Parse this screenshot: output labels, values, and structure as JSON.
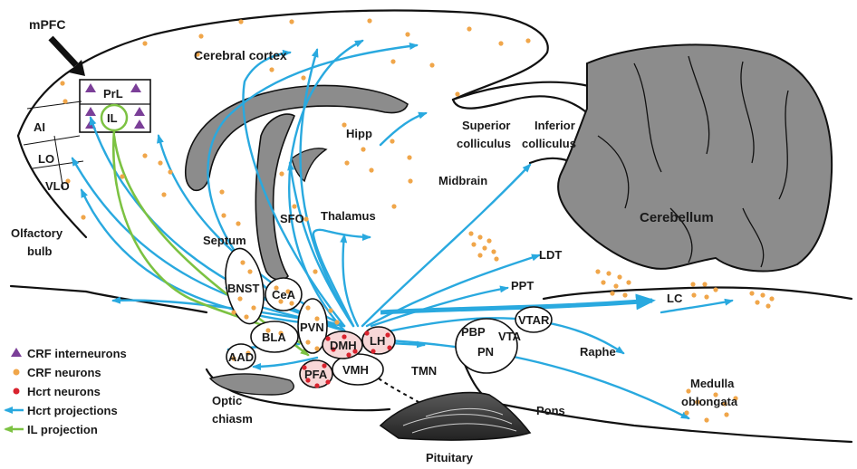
{
  "colors": {
    "hcrt_projection": "#29a9df",
    "il_projection": "#7cc242",
    "crf_neuron": "#f0a64a",
    "hcrt_neuron": "#d9232e",
    "crf_interneuron": "#7b3f98",
    "gray_structure": "#8c8c8c"
  },
  "labels": {
    "mpfc": "mPFC",
    "prl": "PrL",
    "il": "IL",
    "ai": "AI",
    "lo": "LO",
    "vlo": "VLO",
    "olfactory_bulb_1": "Olfactory",
    "olfactory_bulb_2": "bulb",
    "cerebral_cortex": "Cerebral cortex",
    "hipp": "Hipp",
    "superior_colliculus_1": "Superior",
    "superior_colliculus_2": "colliculus",
    "inferior_colliculus_1": "Inferior",
    "inferior_colliculus_2": "colliculus",
    "midbrain": "Midbrain",
    "cerebellum": "Cerebellum",
    "sfo": "SFO",
    "thalamus": "Thalamus",
    "septum": "Septum",
    "bnst": "BNST",
    "cea": "CeA",
    "bla": "BLA",
    "pvn": "PVN",
    "dmh": "DMH",
    "lh": "LH",
    "pfa": "PFA",
    "vmh": "VMH",
    "aad": "AAD",
    "tmn": "TMN",
    "pbp": "PBP",
    "pn": "PN",
    "vta": "VTA",
    "vtar": "VTAR",
    "ldt": "LDT",
    "ppt": "PPT",
    "lc": "LC",
    "raphe": "Raphe",
    "pons": "Pons",
    "medulla_1": "Medulla",
    "medulla_2": "oblongata",
    "optic_chiasm_1": "Optic",
    "optic_chiasm_2": "chiasm",
    "pituitary": "Pituitary"
  },
  "legend": {
    "crf_interneurons": "CRF interneurons",
    "crf_neurons": "CRF neurons",
    "hcrt_neurons": "Hcrt neurons",
    "hcrt_projections": "Hcrt projections",
    "il_projection": "IL projection"
  }
}
